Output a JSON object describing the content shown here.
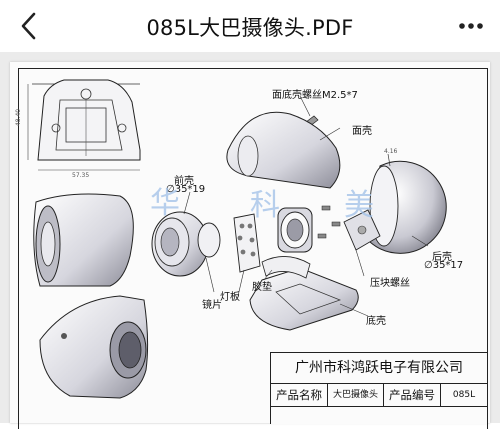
{
  "header": {
    "title": "085L大巴摄像头.PDF"
  },
  "labels": {
    "screw_top": "面底壳螺丝M2.5*7",
    "face_shell": "面壳",
    "front_shell": "前壳",
    "front_dim": "∅35*19",
    "lens": "镜片",
    "light_board": "灯板",
    "bracket": "胶垫",
    "press_screw": "压块螺丝",
    "back_shell": "后壳",
    "back_dim": "∅35*17",
    "bottom_shell": "底壳",
    "dim_width": "57.35",
    "dim_height": "48.40",
    "dim_small": "4.16"
  },
  "watermark": [
    "华",
    "科",
    "美"
  ],
  "title_block": {
    "company": "广州市科鸿跃电子有限公司",
    "name_label": "产品名称",
    "name_value": "大巴摄像头",
    "code_label": "产品编号",
    "code_value": "085L"
  }
}
